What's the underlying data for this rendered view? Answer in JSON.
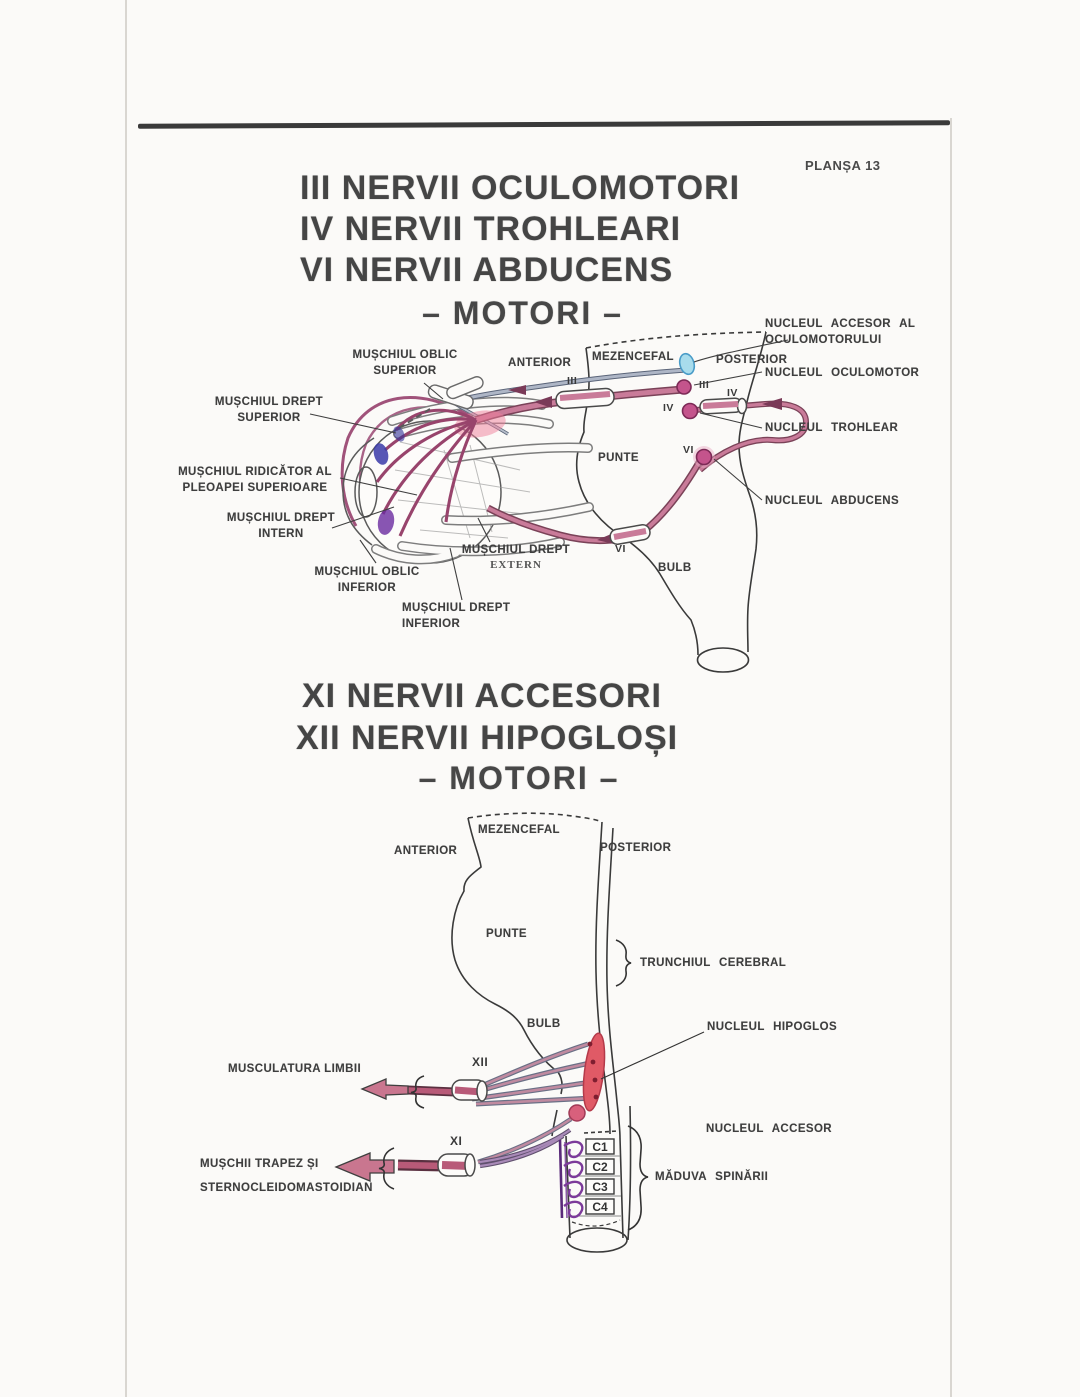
{
  "page": {
    "plate": "PLANȘA 13"
  },
  "colors": {
    "nerve_maroon": "#9a4a6c",
    "nerve_maroon_light": "#c97b99",
    "nerve_slate": "#8d96aa",
    "nucleus_pink": "#c4548c",
    "nucleus_cyan": "#a8dcec",
    "nucleus_red": "#e05a66",
    "rootlet_purple": "#7c3a9a",
    "ink": "#3a3a3a"
  },
  "section1": {
    "title1": "III NERVII OCULOMOTORI",
    "title2": "IV NERVII TROHLEARI",
    "title3": "VI NERVII ABDUCENS",
    "subtitle": "– MOTORI –",
    "labels": {
      "oblic_superior": "MUȘCHIUL OBLIC\nSUPERIOR",
      "anterior": "ANTERIOR",
      "mezencefal": "MEZENCEFAL",
      "posterior": "POSTERIOR",
      "nucleul_accesor_oculomotor": "NUCLEUL  ACCESOR  AL\nOCULOMOTORULUI",
      "nucleul_oculomotor": "NUCLEUL  OCULOMOTOR",
      "nucleul_trohlear": "NUCLEUL  TROHLEAR",
      "nucleul_abducens": "NUCLEUL  ABDUCENS",
      "drept_superior": "MUȘCHIUL DREPT\nSUPERIOR",
      "ridicator": "MUȘCHIUL RIDICĂTOR AL\nPLEOAPEI SUPERIOARE",
      "drept_intern": "MUȘCHIUL DREPT\nINTERN",
      "oblic_inferior": "MUȘCHIUL OBLIC\nINFERIOR",
      "drept_extern_line1": "MUȘCHIUL DREPT",
      "drept_extern_line2": "EXTERN",
      "drept_inferior": "MUȘCHIUL DREPT\nINFERIOR",
      "punte": "PUNTE",
      "bulb": "BULB",
      "n3_a": "III",
      "n3_b": "III",
      "n4_a": "IV",
      "n4_b": "IV",
      "n6_a": "VI",
      "n6_b": "VI"
    }
  },
  "section2": {
    "title1": "XI NERVII ACCESORI",
    "title2": "XII NERVII HIPOGLOȘI",
    "subtitle": "– MOTORI –",
    "labels": {
      "mezencefal": "MEZENCEFAL",
      "anterior": "ANTERIOR",
      "posterior": "POSTERIOR",
      "punte": "PUNTE",
      "trunchiul_cerebral": "TRUNCHIUL  CEREBRAL",
      "bulb": "BULB",
      "nucleul_hipoglos": "NUCLEUL  HIPOGLOS",
      "musculatura_limbii": "MUSCULATURA LIMBII",
      "nucleul_accesor": "NUCLEUL  ACCESOR",
      "muschii_trapez": "MUȘCHII TRAPEZ ȘI\nSTERNOCLEIDOMASTOIDIAN",
      "maduva_spinarii": "MĂDUVA  SPINĂRII",
      "n12": "XII",
      "n11": "XI",
      "c1": "C1",
      "c2": "C2",
      "c3": "C3",
      "c4": "C4"
    }
  }
}
